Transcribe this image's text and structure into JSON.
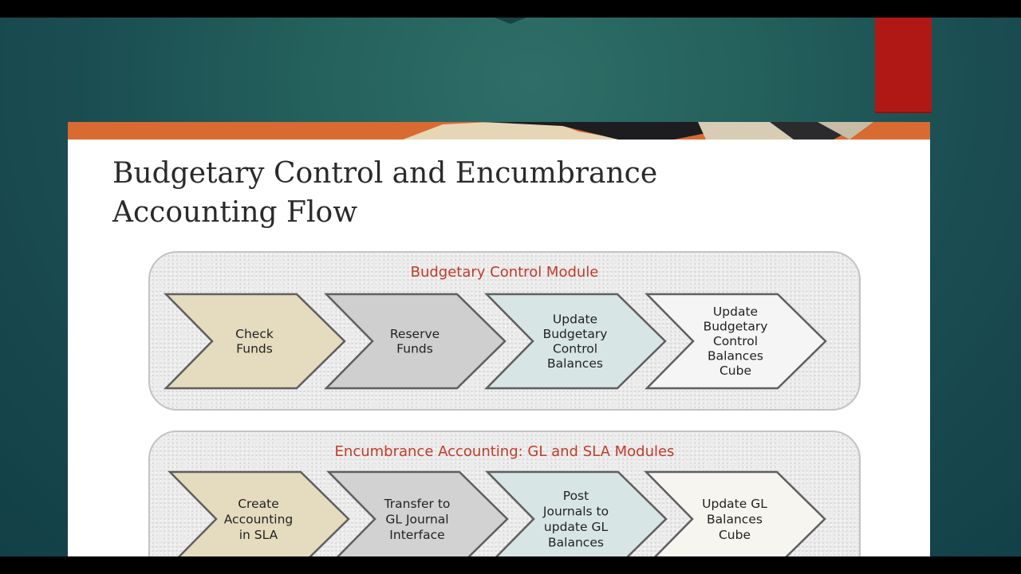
{
  "slide": {
    "title_line1": "Budgetary Control and Encumbrance",
    "title_line2": "Accounting Flow"
  },
  "modules": [
    {
      "title": "Budgetary Control Module",
      "steps": [
        {
          "lines": [
            "Check",
            "Funds"
          ],
          "fill": "#e5dcbf"
        },
        {
          "lines": [
            "Reserve",
            "Funds"
          ],
          "fill": "#cfcfcf"
        },
        {
          "lines": [
            "Update",
            "Budgetary",
            "Control",
            "Balances"
          ],
          "fill": "#d7e5e5"
        },
        {
          "lines": [
            "Update",
            "Budgetary",
            "Control",
            "Balances",
            "Cube"
          ],
          "fill": "#f5f5f5"
        }
      ]
    },
    {
      "title": "Encumbrance Accounting: GL and SLA Modules",
      "steps": [
        {
          "lines": [
            "Create",
            "Accounting",
            "in SLA"
          ],
          "fill": "#e5dcbf"
        },
        {
          "lines": [
            "Transfer to",
            "GL Journal",
            "Interface"
          ],
          "fill": "#d2d2d2"
        },
        {
          "lines": [
            "Post",
            "Journals to",
            "update GL",
            "Balances"
          ],
          "fill": "#d7e5e5"
        },
        {
          "lines": [
            "Update GL",
            "Balances",
            "Cube"
          ],
          "fill": "#f7f5f0"
        }
      ]
    }
  ],
  "colors": {
    "accent_red": "#b01815",
    "module_title": "#c23b2a",
    "background_teal": "#1f5658"
  }
}
